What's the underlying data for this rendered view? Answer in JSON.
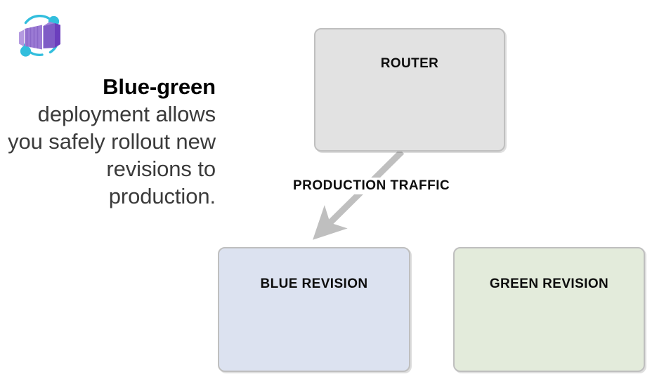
{
  "slide": {
    "title": "Blue-green deployment diagram",
    "background_color": "#ffffff"
  },
  "logo": {
    "name": "azure-container-apps-logo",
    "alt": "Azure Container Apps",
    "container_color": "#8661c5",
    "container_dark_color": "#6b3fbd",
    "container_light_color": "#b49ae0",
    "arc_color": "#32bedd"
  },
  "caption": {
    "lead": "Blue-green",
    "rest": " deployment allows you safely rollout new revisions to production.",
    "full_text": "Blue-green deployment allows you safely rollout new revisions to production.",
    "color": "#3b3b3b",
    "lead_color": "#000000"
  },
  "nodes": [
    {
      "id": "router",
      "label": "ROUTER",
      "fill": "#e2e2e2",
      "border": "#bfbfbf"
    },
    {
      "id": "blue-revision",
      "label": "BLUE REVISION",
      "fill": "#dce2f0",
      "border": "#bfbfbf"
    },
    {
      "id": "green-revision",
      "label": "GREEN REVISION",
      "fill": "#e3ebdb",
      "border": "#bfbfbf"
    }
  ],
  "edge": {
    "label": "PRODUCTION TRAFFIC",
    "from": "router",
    "to": "blue-revision",
    "color": "#bfbfbf"
  }
}
